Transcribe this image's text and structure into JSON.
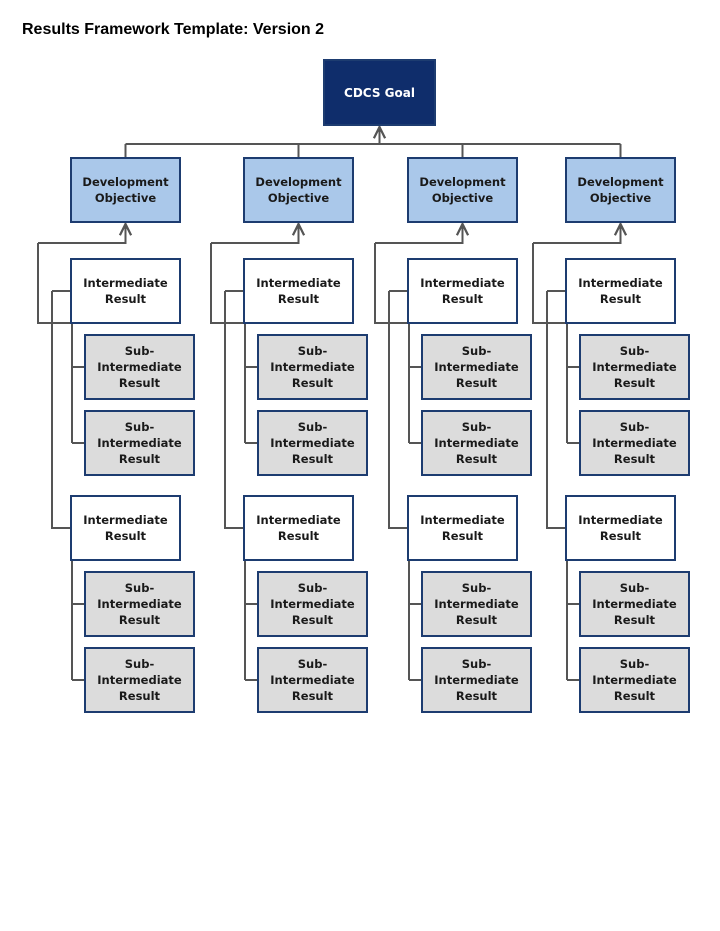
{
  "title": "Results Framework Template: Version 2",
  "goal": {
    "label": "CDCS Goal"
  },
  "columns": [
    {
      "objective": "Development\nObjective",
      "results": [
        {
          "label": "Intermediate\nResult",
          "subs": [
            "Sub-\nIntermediate\nResult",
            "Sub-\nIntermediate\nResult"
          ]
        },
        {
          "label": "Intermediate\nResult",
          "subs": [
            "Sub-\nIntermediate\nResult",
            "Sub-\nIntermediate\nResult"
          ]
        }
      ]
    },
    {
      "objective": "Development\nObjective",
      "results": [
        {
          "label": "Intermediate\nResult",
          "subs": [
            "Sub-\nIntermediate\nResult",
            "Sub-\nIntermediate\nResult"
          ]
        },
        {
          "label": "Intermediate\nResult",
          "subs": [
            "Sub-\nIntermediate\nResult",
            "Sub-\nIntermediate\nResult"
          ]
        }
      ]
    },
    {
      "objective": "Development\nObjective",
      "results": [
        {
          "label": "Intermediate\nResult",
          "subs": [
            "Sub-\nIntermediate\nResult",
            "Sub-\nIntermediate\nResult"
          ]
        },
        {
          "label": "Intermediate\nResult",
          "subs": [
            "Sub-\nIntermediate\nResult",
            "Sub-\nIntermediate\nResult"
          ]
        }
      ]
    },
    {
      "objective": "Development\nObjective",
      "results": [
        {
          "label": "Intermediate\nResult",
          "subs": [
            "Sub-\nIntermediate\nResult",
            "Sub-\nIntermediate\nResult"
          ]
        },
        {
          "label": "Intermediate\nResult",
          "subs": [
            "Sub-\nIntermediate\nResult",
            "Sub-\nIntermediate\nResult"
          ]
        }
      ]
    }
  ],
  "colors": {
    "goal_fill": "#0f2d6b",
    "objective_fill": "#aac8ea",
    "result_fill": "#ffffff",
    "sub_result_fill": "#dcdcdc",
    "border": "#1d3c70",
    "connector": "#555555"
  }
}
